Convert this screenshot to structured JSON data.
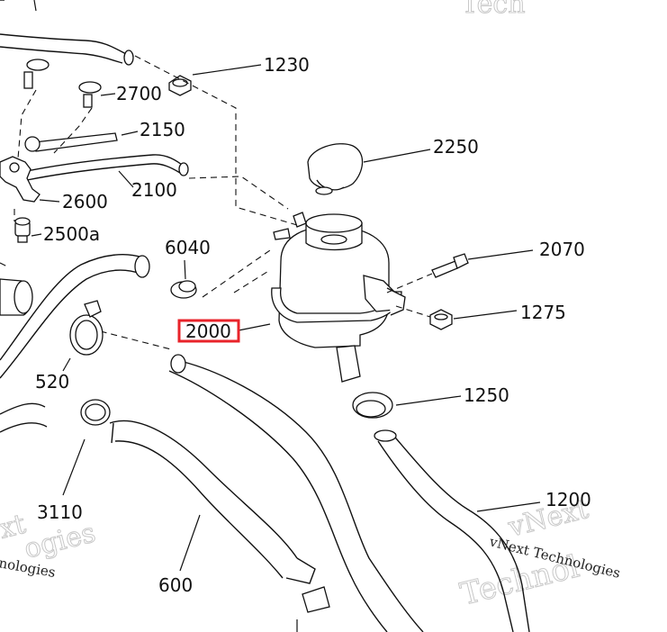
{
  "labels": {
    "p1230": "1230",
    "p2700": "2700",
    "p2150": "2150",
    "p2250": "2250",
    "p2100": "2100",
    "p2600": "2600",
    "p2500a": "2500a",
    "p6040": "6040",
    "p2070": "2070",
    "p1275": "1275",
    "p2000": "2000",
    "p520": "520",
    "p1250": "1250",
    "p1200": "1200",
    "p3110": "3110",
    "p600": "600"
  },
  "highlight": {
    "part": "2000",
    "color": "#e8232a"
  },
  "watermark": {
    "brand_right": "vNext Technologies",
    "brand_left": "nologies",
    "echo_top": "Tech",
    "echo_right_a": "vNext",
    "echo_right_b": "Technol",
    "echo_left_a": "xt",
    "echo_left_b": "ogies"
  }
}
